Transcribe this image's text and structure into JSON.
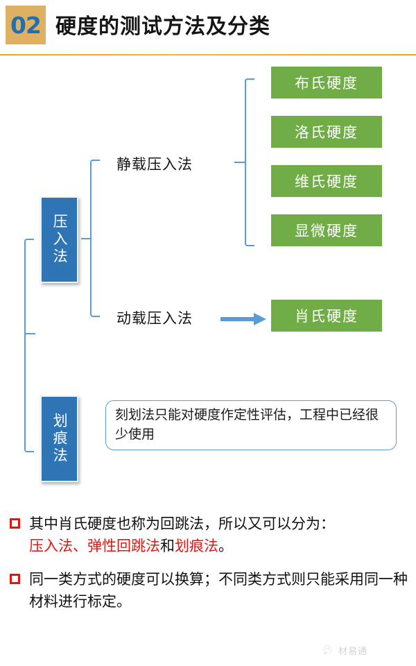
{
  "header": {
    "badge_number": "02",
    "title": "硬度的测试方法及分类",
    "badge_bg": "#E0B062",
    "badge_fg": "#1F6FB2",
    "rule_color": "#E8A317"
  },
  "colors": {
    "green": "#70AD47",
    "blue": "#2E75B6",
    "connector_blue": "#5B9BD5",
    "accent_red": "#E8130F"
  },
  "diagram": {
    "categories": [
      {
        "label": "压入法",
        "name": "indentation-method"
      },
      {
        "label": "划痕法",
        "name": "scratch-method"
      }
    ],
    "subcategories": [
      {
        "label": "静载压入法",
        "name": "static-load-indentation"
      },
      {
        "label": "动载压入法",
        "name": "dynamic-load-indentation"
      }
    ],
    "static_results": [
      "布氏硬度",
      "洛氏硬度",
      "维氏硬度",
      "显微硬度"
    ],
    "dynamic_result": "肖氏硬度",
    "note": "刻划法只能对硬度作定性评估，工程中已经很少使用"
  },
  "bullets": [
    {
      "name": "bullet-shore-hardness",
      "part1": "其中肖氏硬度也称为回跳法，所以又可以分为：",
      "red1": "压入法、弹性回跳法",
      "mid": "和",
      "red2": "划痕法",
      "tail": "。"
    },
    {
      "name": "bullet-conversion",
      "text": "同一类方式的硬度可以换算；不同类方式则只能采用同一种材料进行标定。"
    }
  ],
  "watermark": {
    "text": "材易通",
    "icon": "wechat-icon"
  }
}
